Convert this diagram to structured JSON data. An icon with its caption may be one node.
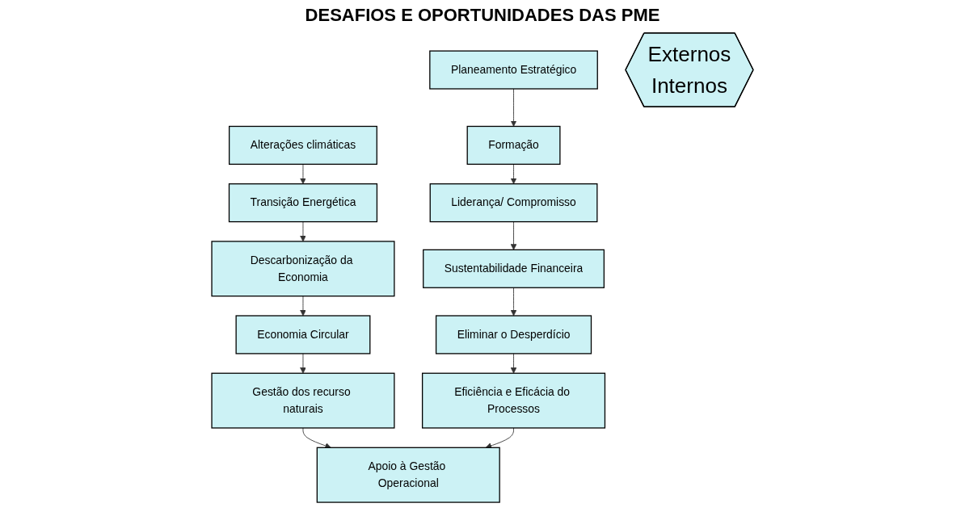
{
  "diagram": {
    "title": "DESAFIOS E OPORTUNIDADES DAS PME",
    "nodes": [
      {
        "text": [
          "Alterações climáticas"
        ]
      },
      {
        "text": [
          "Transição Energética"
        ]
      },
      {
        "text": [
          "Descarbonização da Economia"
        ]
      },
      {
        "text": [
          "Economia Circular"
        ]
      },
      {
        "text": [
          "Gestão dos recurso naturais"
        ]
      },
      {
        "text": [
          "Planeamento Estratégico"
        ]
      },
      {
        "text": [
          "Formação"
        ]
      },
      {
        "text": [
          "Liderança/ Compromisso"
        ]
      },
      {
        "text": [
          "Sustentabilidade Financeira"
        ]
      },
      {
        "text": [
          "Eliminar o Desperdício"
        ]
      },
      {
        "text": [
          "Eficiência e Eficácia do Processos"
        ]
      },
      {
        "text": [
          "Apoio à Gestão Operacional"
        ]
      },
      {
        "text": [
          "Externos",
          "Internos"
        ]
      }
    ],
    "edges": [
      {
        "from": 0,
        "to": 1,
        "arrow": "to"
      },
      {
        "from": 1,
        "to": 2,
        "arrow": "to"
      },
      {
        "from": 2,
        "to": 3,
        "arrow": "to"
      },
      {
        "from": 3,
        "to": 4,
        "arrow": "to"
      },
      {
        "from": 4,
        "to": 11,
        "arrow": "to"
      },
      {
        "from": 5,
        "to": 6,
        "arrow": "to"
      },
      {
        "from": 6,
        "to": 7,
        "arrow": "to"
      },
      {
        "from": 7,
        "to": 8,
        "arrow": "to"
      },
      {
        "from": 8,
        "to": 9,
        "arrow": "to"
      },
      {
        "from": 9,
        "to": 10,
        "arrow": "to"
      },
      {
        "from": 10,
        "to": 11,
        "arrow": "to"
      }
    ]
  }
}
